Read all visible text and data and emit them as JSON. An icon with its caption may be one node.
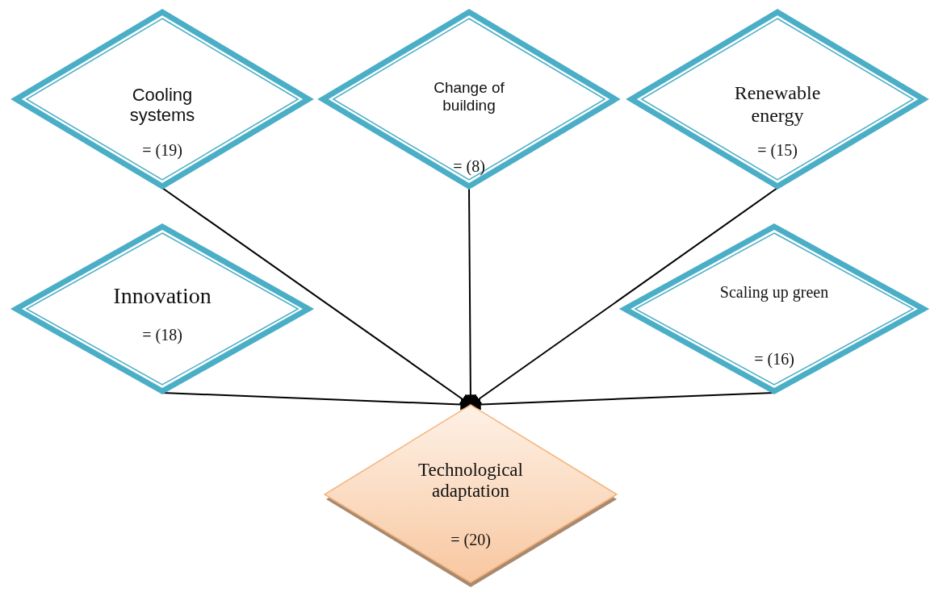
{
  "diagram": {
    "nodes": [
      {
        "text": [
          "Cooling systems",
          "= (19)"
        ]
      },
      {
        "text": [
          "Change of building",
          "= (8)"
        ]
      },
      {
        "text": [
          "Renewable energy",
          "= (15)"
        ]
      },
      {
        "text": [
          "Innovation",
          "= (18)"
        ]
      },
      {
        "text": [
          "Scaling up green",
          "= (16)"
        ]
      },
      {
        "text": [
          "Technological adaptation",
          "= (20)"
        ]
      }
    ],
    "edges": [
      {
        "from": 0,
        "to": 5,
        "arrow": "to"
      },
      {
        "from": 1,
        "to": 5,
        "arrow": "to"
      },
      {
        "from": 2,
        "to": 5,
        "arrow": "to"
      },
      {
        "from": 3,
        "to": 5,
        "arrow": "to"
      },
      {
        "from": 4,
        "to": 5,
        "arrow": "to"
      }
    ]
  }
}
